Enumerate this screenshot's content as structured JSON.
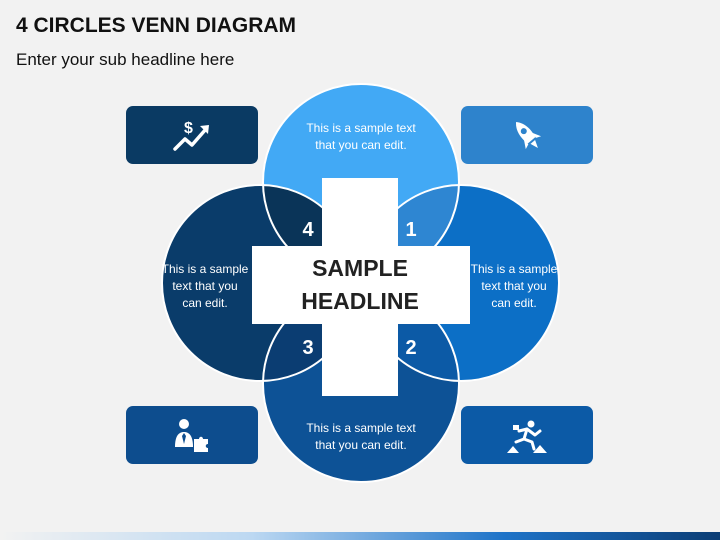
{
  "header": {
    "title": "4 CIRCLES VENN DIAGRAM",
    "subtitle": "Enter your sub headline here"
  },
  "center": {
    "headline_line1": "SAMPLE",
    "headline_line2": "HEADLINE"
  },
  "circles": {
    "top": {
      "line1": "This is a sample text",
      "line2": "that you can edit.",
      "color": "#42a9f5"
    },
    "right": {
      "line1": "This is a sample",
      "line2": "text that you",
      "line3": "can edit.",
      "color": "#0c6fc6"
    },
    "bottom": {
      "line1": "This is a sample text",
      "line2": "that you can edit.",
      "color": "#0d5296"
    },
    "left": {
      "line1": "This is a sample",
      "line2": "text that you",
      "line3": "can edit.",
      "color": "#0a3c6a"
    }
  },
  "numbers": {
    "n1": "1",
    "n2": "2",
    "n3": "3",
    "n4": "4"
  },
  "icons": {
    "top_left": "dollar-growth-icon",
    "top_right": "rocket-icon",
    "bottom_left": "businessman-puzzle-icon",
    "bottom_right": "runner-hurdle-icon"
  },
  "colors": {
    "box_top_left": "#0a3a63",
    "box_top_right": "#2e83cc",
    "box_bottom_left": "#0d4d8e",
    "box_bottom_right": "#0c5aa6",
    "lens_1": "#2e86d2",
    "lens_2": "#0c5aa6",
    "lens_3": "#0b3d72",
    "lens_4": "#0a3458"
  }
}
